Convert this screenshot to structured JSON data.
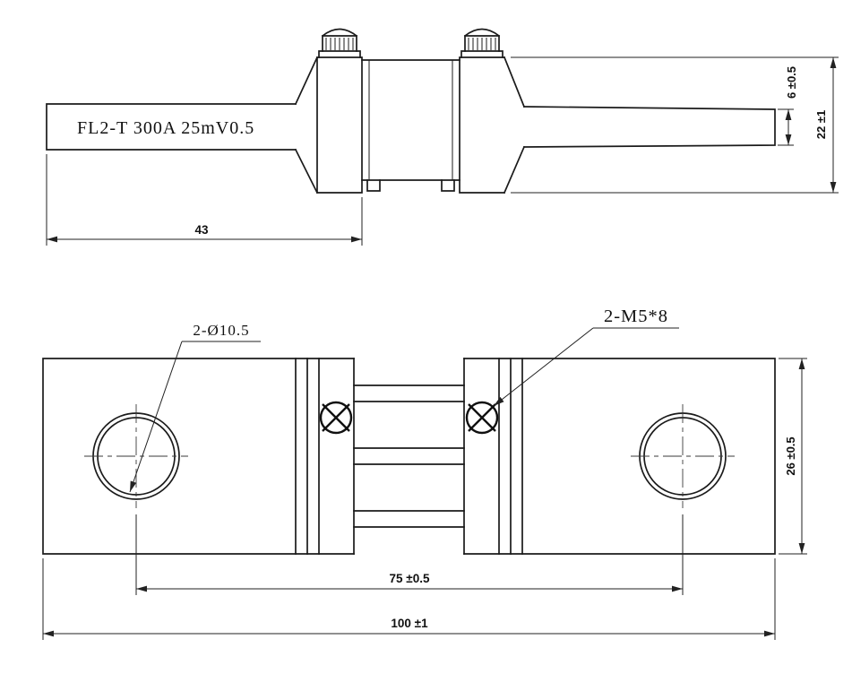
{
  "drawing": {
    "part_label": "FL2-T 300A 25mV0.5",
    "side_view": {
      "dim_blade_length": "43",
      "dim_blade_thickness": "6 ±0.5",
      "dim_overall_height": "22 ±1"
    },
    "plan_view": {
      "hole_callout": "2-Ø10.5",
      "thread_callout": "2-M5*8",
      "dim_body_width": "26 ±0.5",
      "dim_hole_spacing": "75 ±0.5",
      "dim_overall_length": "100 ±1"
    },
    "colors": {
      "line": "#1b1b1b",
      "background": "#ffffff"
    }
  }
}
